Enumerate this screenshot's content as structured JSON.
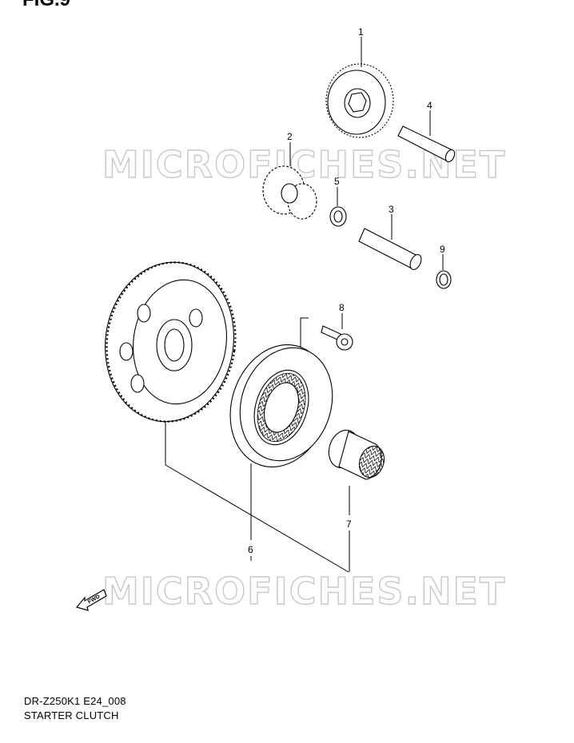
{
  "figure_label": "FIG.9",
  "watermark": "MICROFICHES.NET",
  "direction_arrow_label": "FWD",
  "diagram_code": "DR-Z250K1 E24_008",
  "diagram_name": "STARTER CLUTCH",
  "callouts": [
    "1",
    "2",
    "3",
    "4",
    "5",
    "6",
    "7",
    "8",
    "9"
  ]
}
